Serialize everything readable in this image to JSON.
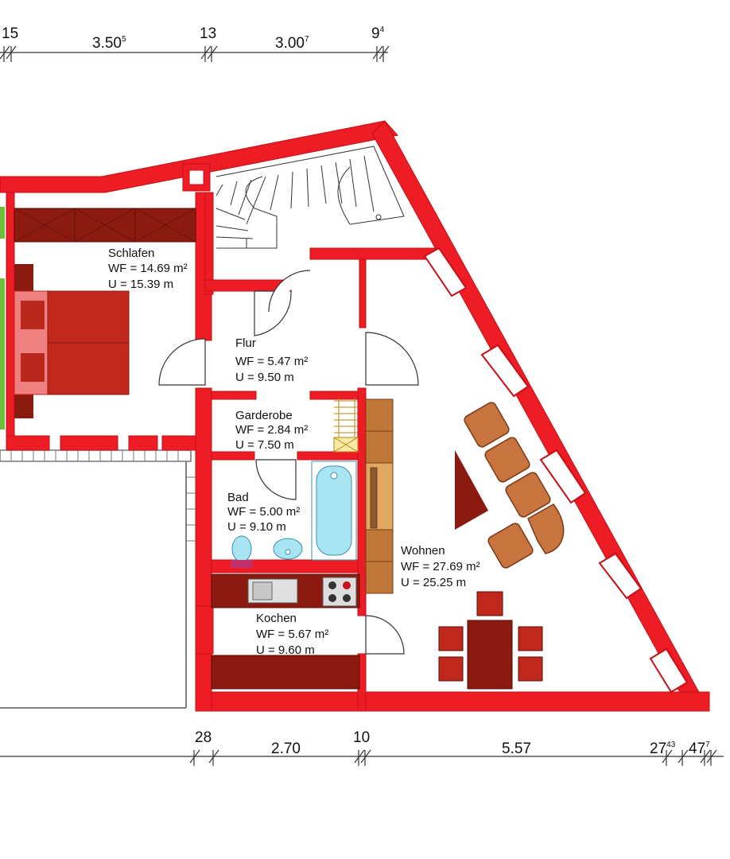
{
  "colors": {
    "wall": "#ee1c24",
    "wall_dark": "#c41016",
    "furniture_dark": "#8b1a10",
    "furniture_mid": "#b8281c",
    "sofa": "#c8743e",
    "sofa_edge": "#7a3a18",
    "plant": "#6bbf3a",
    "bath_water": "#a8e4f2"
  },
  "dimensions": {
    "top": [
      {
        "main": "15",
        "sup": ""
      },
      {
        "main": "3.50",
        "sup": "5"
      },
      {
        "main": "13",
        "sup": ""
      },
      {
        "main": "3.00",
        "sup": "7"
      },
      {
        "main": "9",
        "sup": "4"
      }
    ],
    "bottom": [
      {
        "main": "28",
        "sup": ""
      },
      {
        "main": "2.70",
        "sup": ""
      },
      {
        "main": "10",
        "sup": ""
      },
      {
        "main": "5.57",
        "sup": ""
      },
      {
        "main": "27",
        "sup": "43"
      },
      {
        "main": "47",
        "sup": "7"
      }
    ]
  },
  "rooms": {
    "schlafen": {
      "name": "Schlafen",
      "wf": "WF = 14.69 m²",
      "u": "U = 15.39 m"
    },
    "flur": {
      "name": "Flur",
      "wf": "WF = 5.47 m²",
      "u": "U = 9.50 m"
    },
    "garderobe": {
      "name": "Garderobe",
      "wf": "WF = 2.84 m²",
      "u": "U = 7.50 m"
    },
    "bad": {
      "name": "Bad",
      "wf": "WF = 5.00 m²",
      "u": "U = 9.10 m"
    },
    "wohnen": {
      "name": "Wohnen",
      "wf": "WF = 27.69 m²",
      "u": "U = 25.25 m"
    },
    "kochen": {
      "name": "Kochen",
      "wf": "WF = 5.67 m²",
      "u": "U = 9.60 m"
    }
  }
}
